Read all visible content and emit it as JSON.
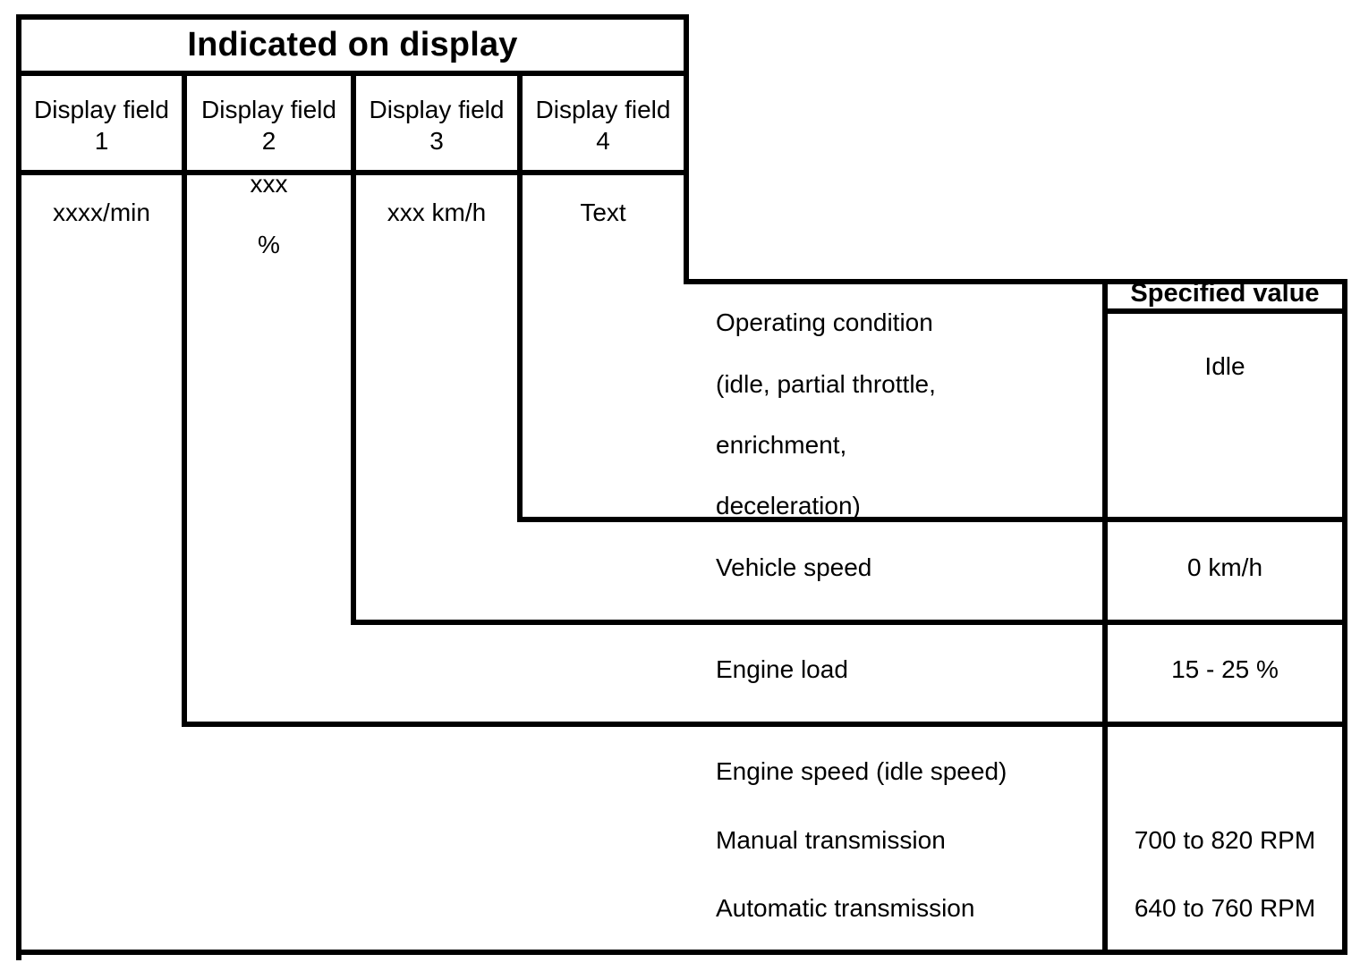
{
  "title": "Indicated on display",
  "display_fields": {
    "headers": [
      "Display field\n1",
      "Display field\n2",
      "Display field\n3",
      "Display field\n4"
    ],
    "values": [
      "xxxx/min",
      "xxx\n%",
      "xxx km/h",
      "Text"
    ],
    "value_2_line1": "xxx",
    "value_2_line2": "%"
  },
  "spec_table": {
    "header": "Specified value",
    "rows": [
      {
        "label": "Operating condition\n(idle, partial throttle,\nenrichment,\ndeceleration)",
        "label_lines": [
          "Operating condition",
          "(idle, partial throttle,",
          "enrichment,",
          "deceleration)"
        ],
        "value": "Idle"
      },
      {
        "label": "Vehicle speed",
        "label_lines": [
          "Vehicle speed"
        ],
        "value": "0 km/h"
      },
      {
        "label": "Engine load",
        "label_lines": [
          "Engine load"
        ],
        "value": "15 - 25 %"
      }
    ],
    "engine_speed_group": {
      "heading": "Engine speed (idle speed)",
      "heading_value": "",
      "entries": [
        {
          "label": "Manual transmission",
          "value": "700 to 820 RPM"
        },
        {
          "label": "Automatic transmission",
          "value": "640 to 760 RPM"
        }
      ]
    }
  },
  "colors": {
    "ink": "#000000",
    "paper": "#ffffff"
  }
}
